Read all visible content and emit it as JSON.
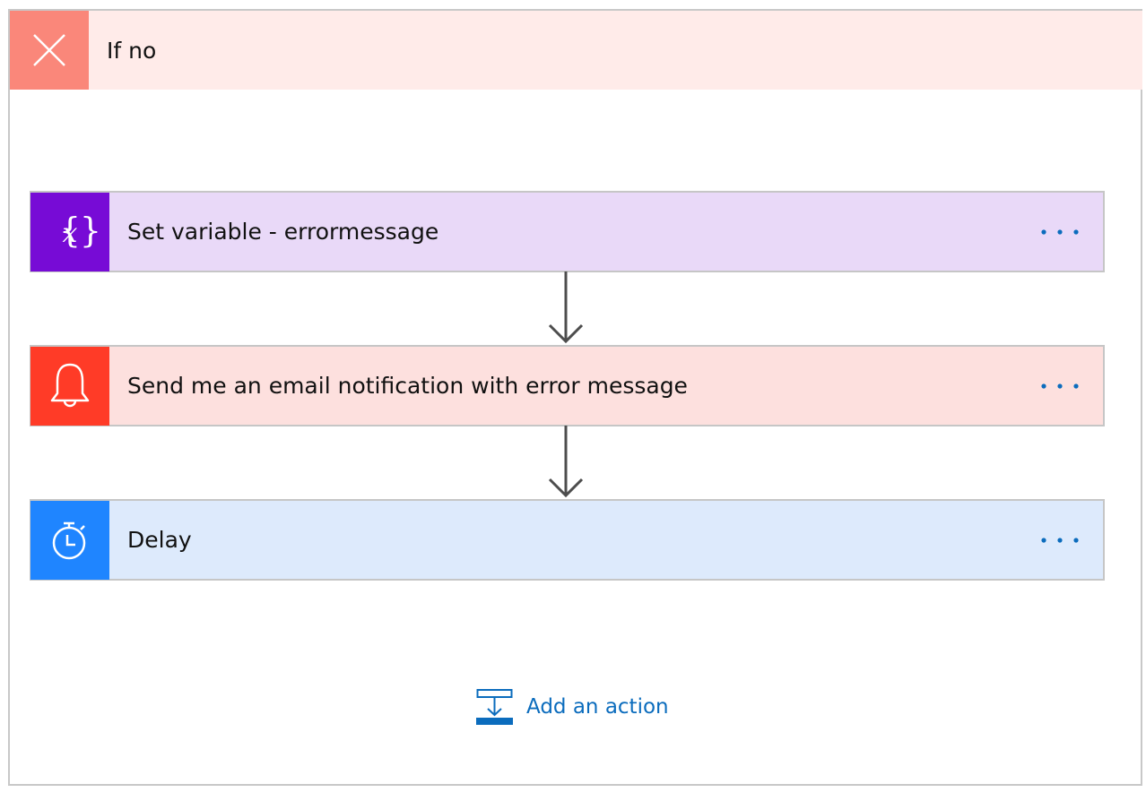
{
  "branch": {
    "title": "If no",
    "icon": "close-icon",
    "header_color": "#ffebe9",
    "icon_bg": "#fa877a"
  },
  "actions": [
    {
      "title": "Set variable - errormessage",
      "icon": "variable-icon",
      "icon_bg": "#770bd6",
      "card_bg": "#e9d9f8"
    },
    {
      "title": "Send me an email notification with error message",
      "icon": "bell-icon",
      "icon_bg": "#ff3b27",
      "card_bg": "#fde0de"
    },
    {
      "title": "Delay",
      "icon": "timer-icon",
      "icon_bg": "#1f85ff",
      "card_bg": "#ddeafc"
    }
  ],
  "footer": {
    "add_action_label": "Add an action",
    "icon": "add-action-icon",
    "link_color": "#0b6cbd"
  },
  "more_icon": "ellipsis-icon",
  "more_color": "#0b6cbd"
}
